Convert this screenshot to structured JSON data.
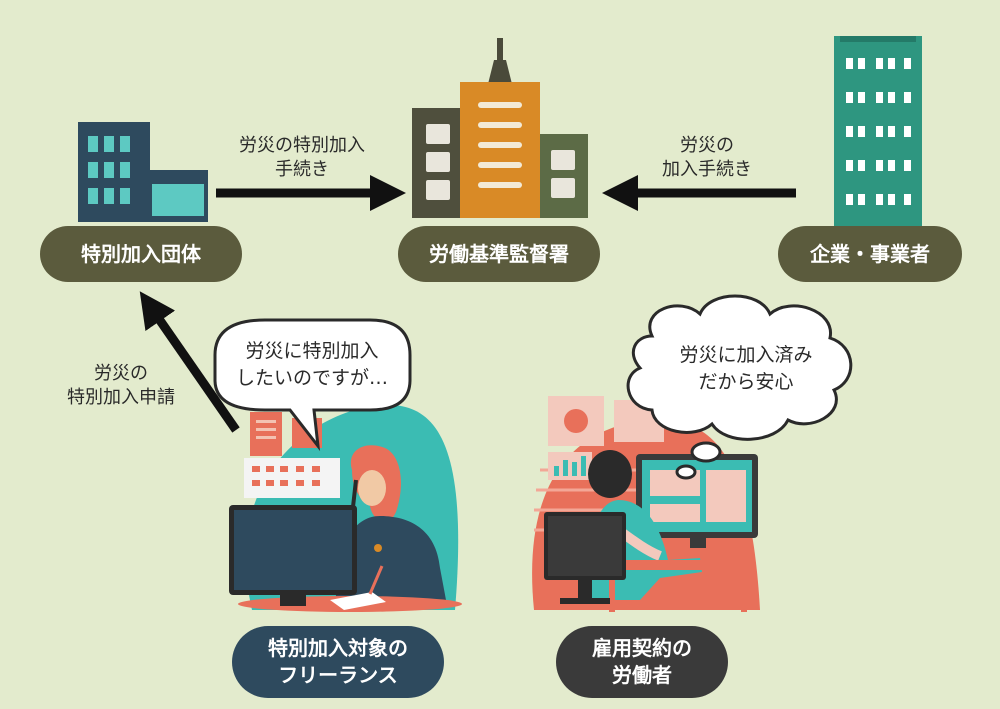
{
  "nodes": {
    "group": "特別加入団体",
    "bureau": "労働基準監督署",
    "company": "企業・事業者",
    "freelance": [
      "特別加入対象の",
      "フリーランス"
    ],
    "employee": [
      "雇用契約の",
      "労働者"
    ]
  },
  "arrows": {
    "group_to_bureau": [
      "労災の特別加入",
      "手続き"
    ],
    "company_to_bureau": [
      "労災の",
      "加入手続き"
    ],
    "freelance_to_group": [
      "労災の",
      "特別加入申請"
    ]
  },
  "bubbles": {
    "freelance": [
      "労災に特別加入",
      "したいのですが…"
    ],
    "employee": [
      "労災に加入済み",
      "だから安心"
    ]
  },
  "colors": {
    "background": "#e3ebcd",
    "pill_olive": "#5b5b3d",
    "pill_navy": "#2e4a5e",
    "pill_dark": "#3a3a3a",
    "building_navy": "#2e4a5e",
    "building_teal": "#2e9680",
    "accent_orange": "#d98a26",
    "accent_coral": "#e8705a"
  }
}
